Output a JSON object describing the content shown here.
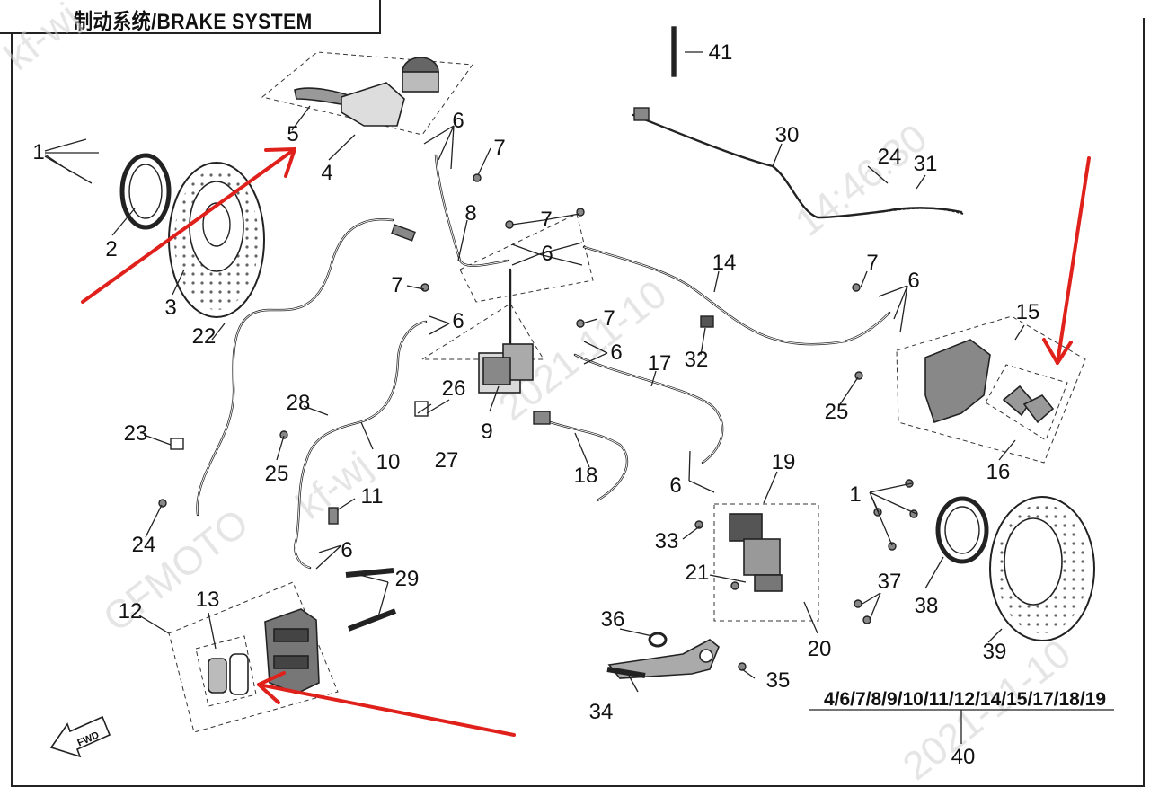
{
  "title": "制动系统/BRAKE SYSTEM",
  "fwd_label": "FWD",
  "group_label": "4/6/7/8/9/10/11/12/14/15/17/18/19",
  "watermark": {
    "brand": "CFMOTO",
    "user": "kf-wj",
    "date": "2021-11-10",
    "time": "14:46:30"
  },
  "colors": {
    "line": "#222222",
    "callout": "#e0211b",
    "watermark": "#c8c8c8"
  },
  "callouts": [
    {
      "id": "1a",
      "label": "1"
    },
    {
      "id": "2",
      "label": "2"
    },
    {
      "id": "3",
      "label": "3"
    },
    {
      "id": "4",
      "label": "4"
    },
    {
      "id": "5",
      "label": "5"
    },
    {
      "id": "6a",
      "label": "6"
    },
    {
      "id": "7a",
      "label": "7"
    },
    {
      "id": "8",
      "label": "8"
    },
    {
      "id": "7b",
      "label": "7"
    },
    {
      "id": "6b",
      "label": "6"
    },
    {
      "id": "7c",
      "label": "7"
    },
    {
      "id": "6c",
      "label": "6"
    },
    {
      "id": "7d",
      "label": "7"
    },
    {
      "id": "6d",
      "label": "6"
    },
    {
      "id": "9",
      "label": "9"
    },
    {
      "id": "10",
      "label": "10"
    },
    {
      "id": "11",
      "label": "11"
    },
    {
      "id": "6e",
      "label": "6"
    },
    {
      "id": "12",
      "label": "12"
    },
    {
      "id": "13",
      "label": "13"
    },
    {
      "id": "14",
      "label": "14"
    },
    {
      "id": "7e",
      "label": "7"
    },
    {
      "id": "6f",
      "label": "6"
    },
    {
      "id": "15",
      "label": "15"
    },
    {
      "id": "16",
      "label": "16"
    },
    {
      "id": "17",
      "label": "17"
    },
    {
      "id": "18",
      "label": "18"
    },
    {
      "id": "19",
      "label": "19"
    },
    {
      "id": "6g",
      "label": "6"
    },
    {
      "id": "20",
      "label": "20"
    },
    {
      "id": "21",
      "label": "21"
    },
    {
      "id": "22",
      "label": "22"
    },
    {
      "id": "23",
      "label": "23"
    },
    {
      "id": "24a",
      "label": "24"
    },
    {
      "id": "24b",
      "label": "24"
    },
    {
      "id": "25a",
      "label": "25"
    },
    {
      "id": "25b",
      "label": "25"
    },
    {
      "id": "26",
      "label": "26"
    },
    {
      "id": "27",
      "label": "27"
    },
    {
      "id": "28",
      "label": "28"
    },
    {
      "id": "29",
      "label": "29"
    },
    {
      "id": "30",
      "label": "30"
    },
    {
      "id": "31",
      "label": "31"
    },
    {
      "id": "32",
      "label": "32"
    },
    {
      "id": "33",
      "label": "33"
    },
    {
      "id": "34",
      "label": "34"
    },
    {
      "id": "35",
      "label": "35"
    },
    {
      "id": "36",
      "label": "36"
    },
    {
      "id": "37",
      "label": "37"
    },
    {
      "id": "38",
      "label": "38"
    },
    {
      "id": "39",
      "label": "39"
    },
    {
      "id": "40",
      "label": "40"
    },
    {
      "id": "41",
      "label": "41"
    },
    {
      "id": "1b",
      "label": "1"
    }
  ]
}
